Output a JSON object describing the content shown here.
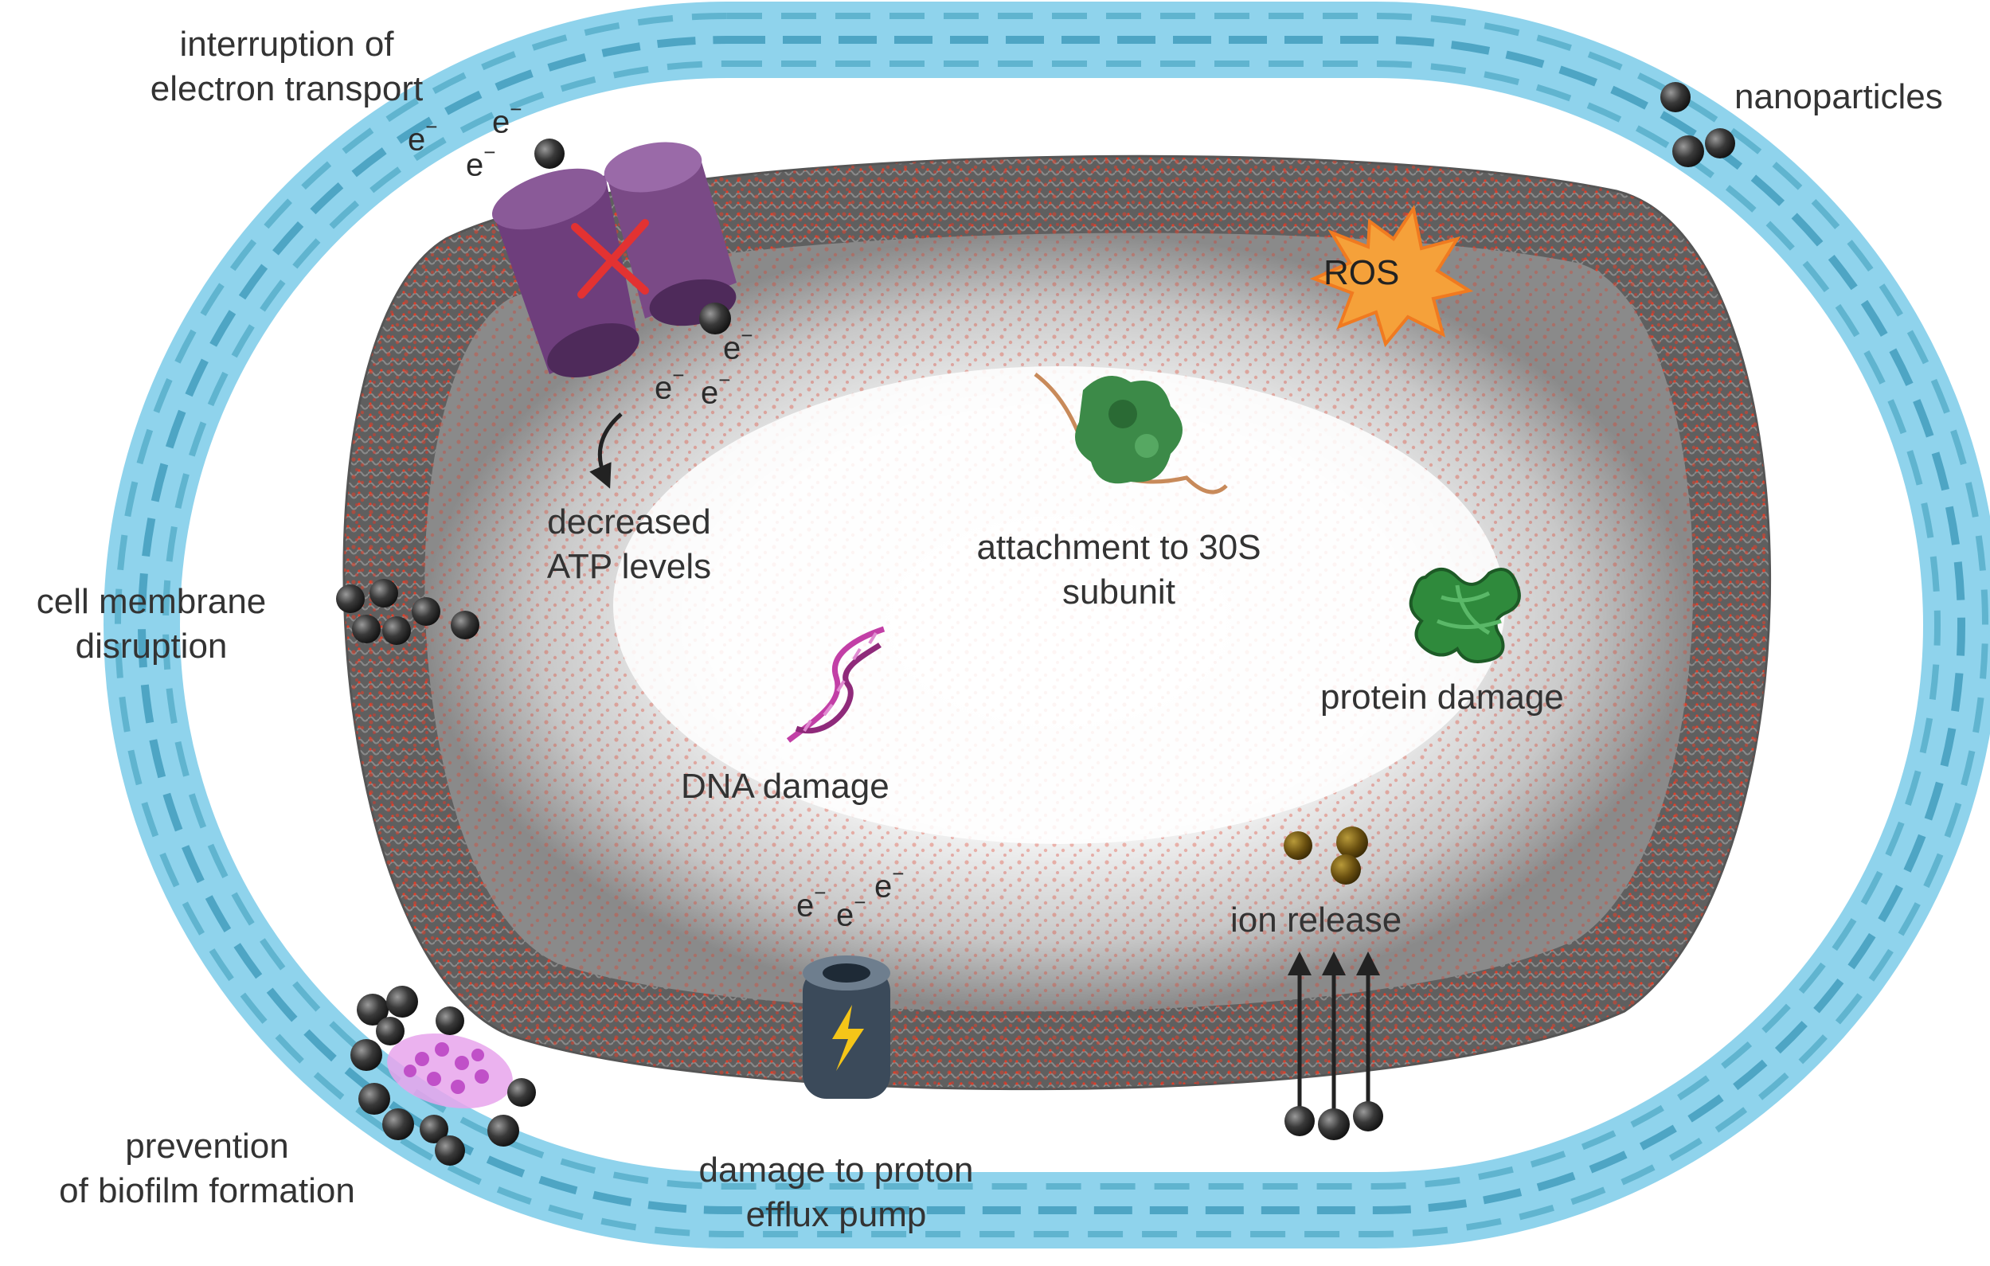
{
  "labels": {
    "interruption": [
      "interruption of",
      "electron transport"
    ],
    "nanoparticles": "nanoparticles",
    "decreased_atp": [
      "decreased",
      "ATP levels"
    ],
    "attachment": [
      "attachment to 30S",
      "subunit"
    ],
    "cell_membrane": [
      "cell membrane",
      "disruption"
    ],
    "protein_damage": "protein damage",
    "dna_damage": "DNA damage",
    "ion_release": "ion release",
    "prevention": [
      "prevention",
      "of biofilm formation"
    ],
    "proton_pump": [
      "damage to proton",
      "efflux pump"
    ],
    "ros": "ROS",
    "electron": "e",
    "electron_charge": "−"
  },
  "colors": {
    "outer_wall": "#8fd3ec",
    "wall_dash": "#5bb0cc",
    "membrane": "#6a6a6a",
    "red_head": "#e0402a",
    "nanoparticle": "#2e2e2e",
    "porin": "#7a4a86",
    "pump": "#3b4a5a",
    "ros_burst": "#f5a13a",
    "ribosome": "#3c8a48",
    "protein": "#2f8a3c",
    "dna": "#c23fa6",
    "ion": "#6a5010",
    "biofilm": "#d27ad8"
  },
  "icons": [
    "nanoparticle-icon",
    "porin-channel-icon",
    "lightning-icon",
    "ros-burst-icon",
    "ribosome-icon",
    "protein-icon",
    "dna-helix-icon",
    "ion-icon",
    "arrow-icon"
  ]
}
